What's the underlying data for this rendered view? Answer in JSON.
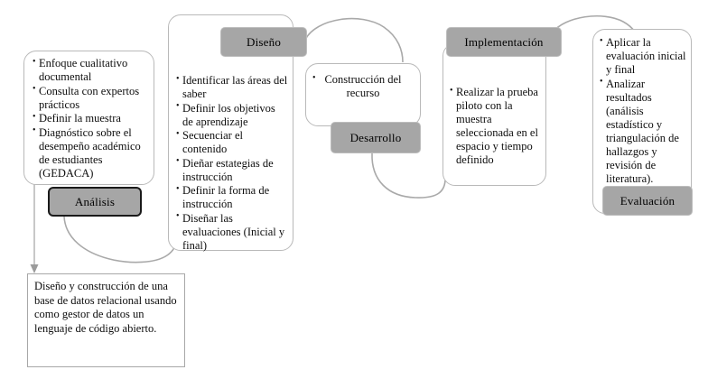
{
  "diagram": {
    "title": "Modelo ADDIE - proceso de investigacion",
    "type": "flow-diagram",
    "colors": {
      "chip_fill": "#a6a6a6",
      "panel_border": "#b9b9b9",
      "connector": "#a9a9a9",
      "emphasis_border": "#1a1a1a",
      "text": "#0d0d0d",
      "background": "#ffffff"
    },
    "stages": [
      {
        "id": "analisis",
        "chip_label": "Análisis",
        "emphasized": true,
        "bullets": [
          "Enfoque cualitativo documental",
          "Consulta con expertos prácticos",
          "Definir la muestra",
          "Diagnóstico sobre el desempeño académico de estudiantes (GEDACA)"
        ]
      },
      {
        "id": "diseno",
        "chip_label": "Diseño",
        "emphasized": false,
        "bullets": [
          "Identificar las áreas del saber",
          "Definir los objetivos de aprendizaje",
          "Secuenciar el contenido",
          "Dieñar estategias de instrucción",
          "Definir la forma de instrucción",
          "Diseñar las evaluaciones (Inicial y final)"
        ]
      },
      {
        "id": "desarrollo",
        "chip_label": "Desarrollo",
        "emphasized": false,
        "bullets": [
          "Construcción del recurso"
        ]
      },
      {
        "id": "implementacion",
        "chip_label": "Implementación",
        "emphasized": false,
        "bullets": [
          "Realizar la prueba piloto con la muestra seleccionada en el espacio y tiempo definido"
        ]
      },
      {
        "id": "evaluacion",
        "chip_label": "Evaluación",
        "emphasized": false,
        "bullets": [
          "Aplicar la evaluación inicial y final",
          "Analizar resultados (análisis estadístico y triangulación de hallazgos y revisión de literatura)."
        ]
      }
    ],
    "note": {
      "id": "nota-base-datos",
      "text": "Diseño y construcción  de una base de datos relacional usando como gestor de datos un lenguaje de código abierto."
    },
    "connectors": [
      {
        "id": "analisis-to-diseno",
        "from": "analisis",
        "to": "diseno",
        "style": "arc"
      },
      {
        "id": "diseno-to-desarrollo",
        "from": "diseno",
        "to": "desarrollo",
        "style": "arc"
      },
      {
        "id": "desarrollo-to-implementacion",
        "from": "desarrollo",
        "to": "implementacion",
        "style": "arc"
      },
      {
        "id": "implementacion-to-evaluacion",
        "from": "implementacion",
        "to": "evaluacion",
        "style": "arc"
      },
      {
        "id": "analisis-to-nota",
        "from": "analisis",
        "to": "nota-base-datos",
        "style": "arrow-down"
      }
    ]
  }
}
